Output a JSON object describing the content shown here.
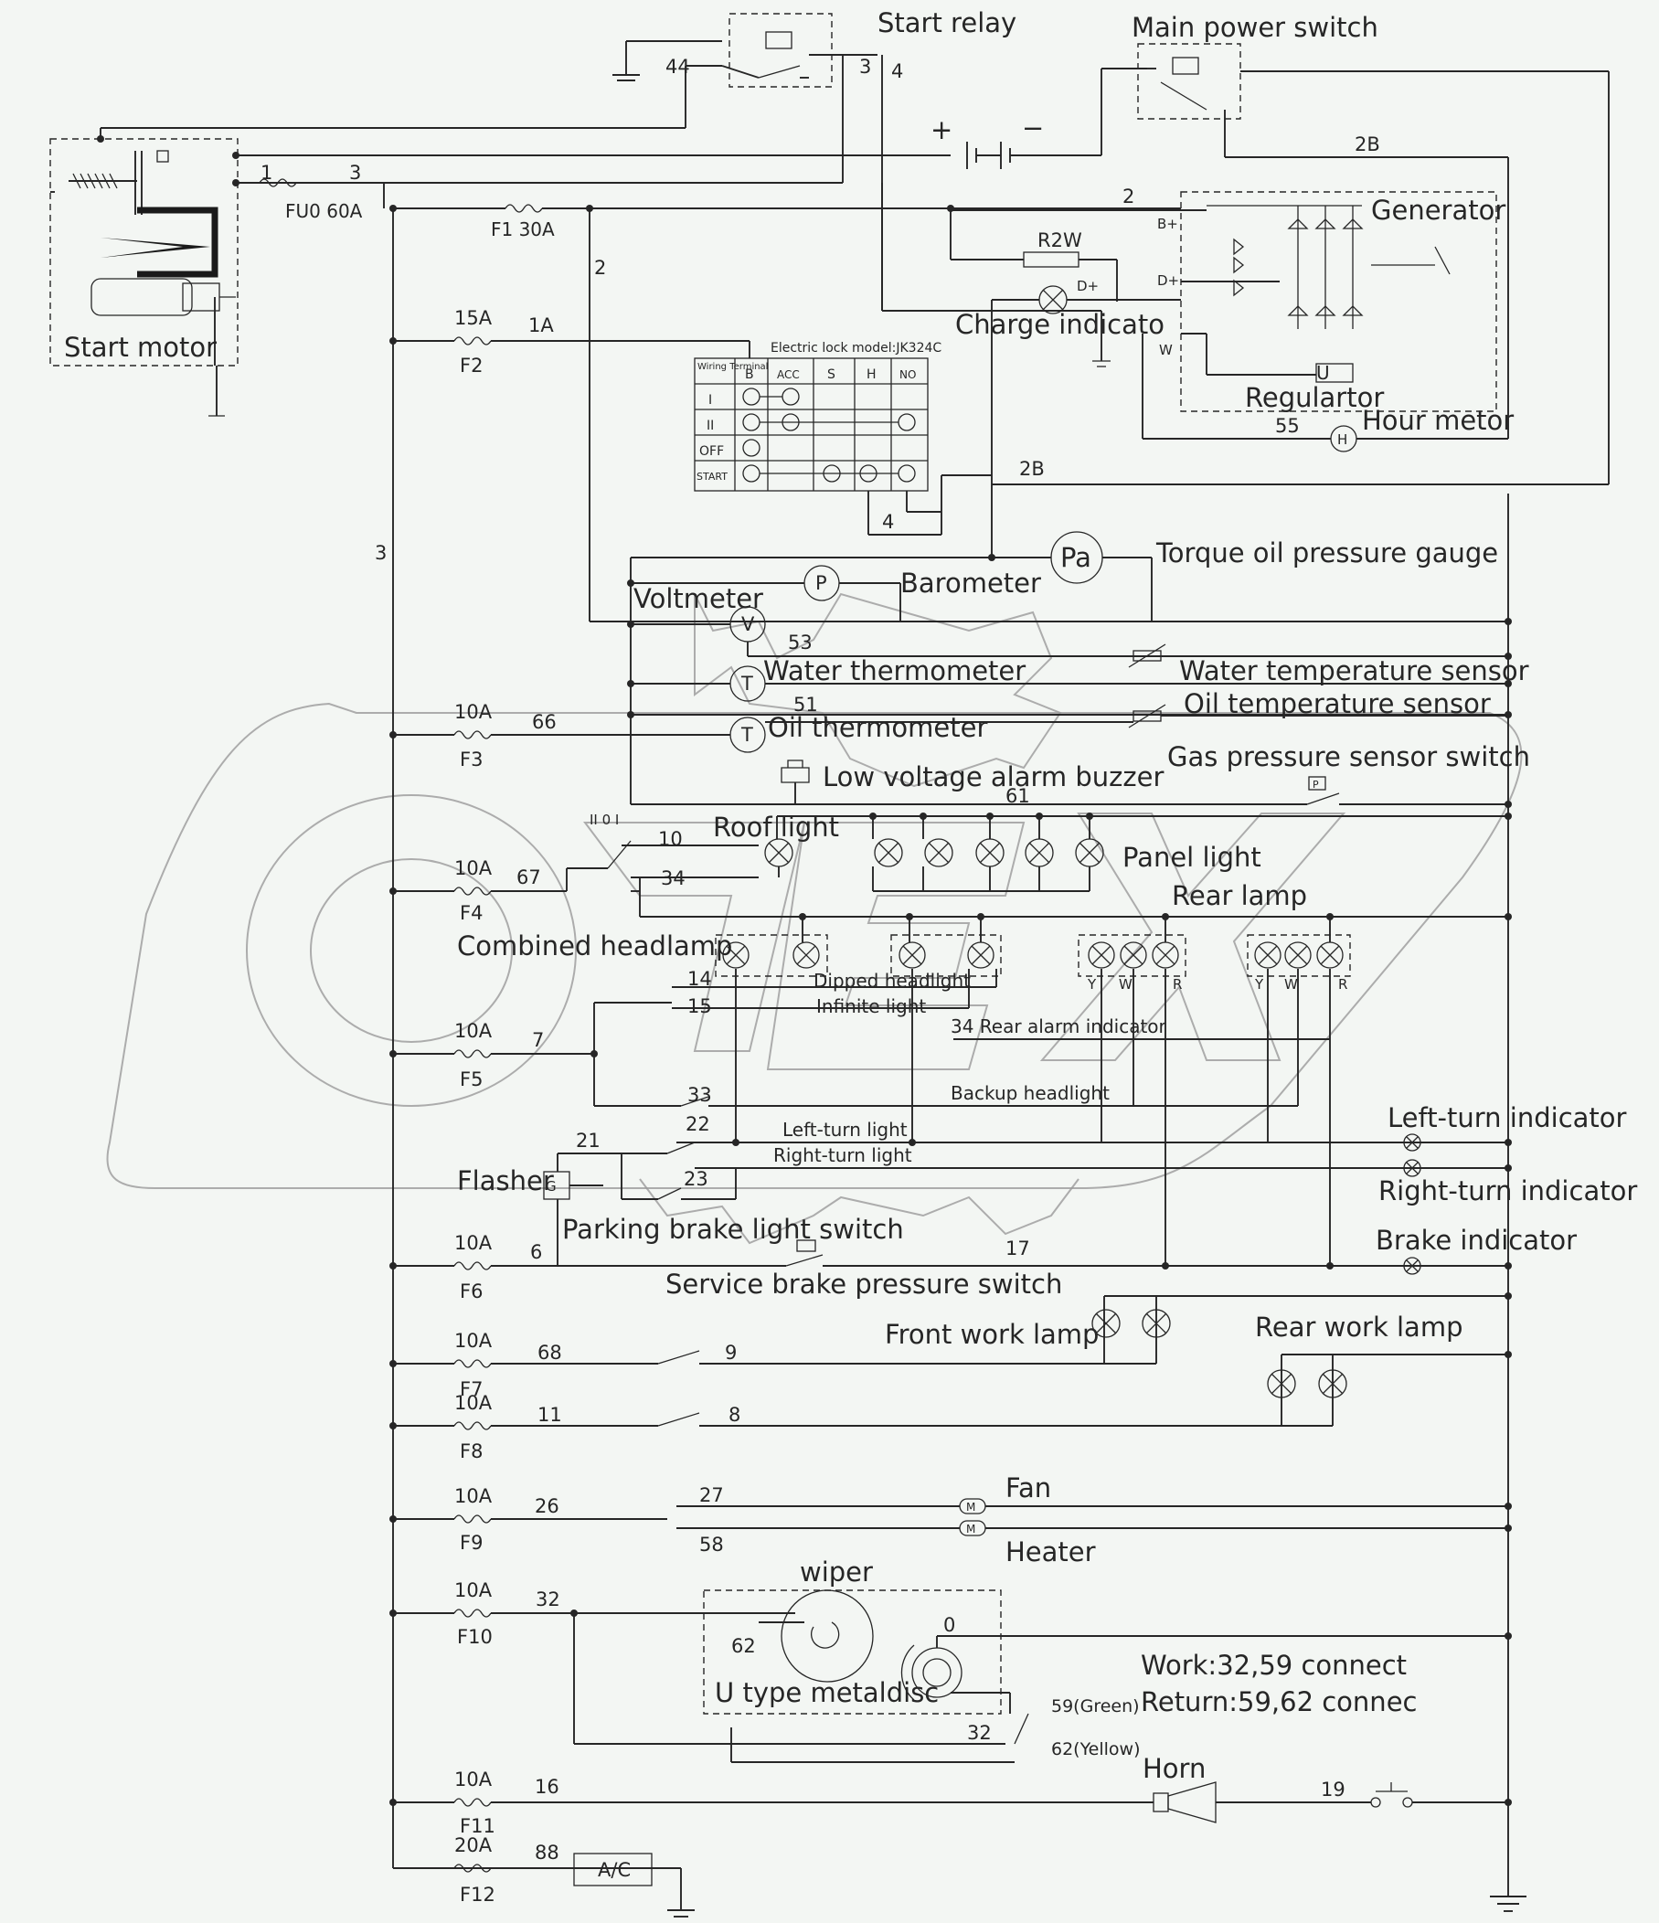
{
  "title": "",
  "components": {
    "start_relay": "Start relay",
    "main_power_switch": "Main power switch",
    "start_motor": "Start motor",
    "generator": "Generator",
    "regulator": "Regulartor",
    "hour_meter": "Hour metor",
    "charge_indicator": "Charge indicato",
    "torque_gauge": "Torque oil   pressure gauge",
    "barometer": "Barometer",
    "voltmeter": "Voltmeter",
    "water_thermometer": "Water thermometer",
    "water_sensor": "Water temperature sensor",
    "oil_thermometer": "Oil thermometer",
    "oil_sensor": "Oil temperature sensor",
    "gas_sensor": "Gas pressure sensor switch",
    "buzzer": "Low voltage alarm buzzer",
    "roof_light": "Roof light",
    "panel_light": "Panel light",
    "rear_lamp": "Rear lamp",
    "combined_headlamp": "Combined headlamp",
    "dipped": "Dipped headlight",
    "infinite": "Infinite light",
    "rear_alarm": "34 Rear alarm indicator",
    "backup": "Backup headlight",
    "left_turn_light": "Left-turn light",
    "right_turn_light": "Right-turn light",
    "left_turn_indicator": "Left-turn indicator",
    "right_turn_indicator": "Right-turn indicator",
    "brake_indicator": "Brake indicator",
    "flasher": "Flasher",
    "parking_switch": "Parking brake light switch",
    "service_switch": "Service brake pressure switch",
    "front_work_lamp": "Front work lamp",
    "rear_work_lamp": "Rear work lamp",
    "fan": "Fan",
    "heater": "Heater",
    "wiper": "wiper",
    "metaldisc": "U type metaldisc",
    "work_note": "Work:32,59 connect",
    "return_note": "Return:59,62 connec",
    "green": "59(Green)",
    "yellow": "62(Yellow)",
    "horn": "Horn",
    "ac": "A/C",
    "r2w": "R2W",
    "b_plus": "B+",
    "d_plus": "D+",
    "d_plus2": "D+",
    "w_term": "W",
    "pa": "Pa",
    "p": "P",
    "v": "V",
    "t": "T",
    "h": "H",
    "u": "U",
    "m": "M",
    "g": "G",
    "plus": "+",
    "minus": "−"
  },
  "lock_table": {
    "model": "Electric lock model:JK324C",
    "header_left": "Wiring Terminal",
    "header": [
      "B",
      "ACC",
      "S",
      "H",
      "NO"
    ],
    "rows": [
      "I",
      "II",
      "OFF",
      "START"
    ]
  },
  "fuses": {
    "fu0": "FU0 60A",
    "f1": "F1 30A",
    "f2": {
      "rating": "15A",
      "name": "F2"
    },
    "f3": {
      "rating": "10A",
      "name": "F3"
    },
    "f4": {
      "rating": "10A",
      "name": "F4"
    },
    "f5": {
      "rating": "10A",
      "name": "F5"
    },
    "f6": {
      "rating": "10A",
      "name": "F6"
    },
    "f7": {
      "rating": "10A",
      "name": "F7"
    },
    "f8": {
      "rating": "10A",
      "name": "F8"
    },
    "f9": {
      "rating": "10A",
      "name": "F9"
    },
    "f10": {
      "rating": "10A",
      "name": "F10"
    },
    "f11": {
      "rating": "10A",
      "name": "F11"
    },
    "f12": {
      "rating": "20A",
      "name": "F12"
    }
  },
  "wires": {
    "w44": "44",
    "w3a": "3",
    "w4a": "4",
    "w1": "1",
    "w3b": "3",
    "w2b": "2B",
    "w2": "2",
    "w2v": "2",
    "w1a": "1A",
    "w3v": "3",
    "w2b2": "2B",
    "w4b": "4",
    "w53": "53",
    "w51": "51",
    "w66": "66",
    "w61": "61",
    "w10": "10",
    "w67": "67",
    "w34": "34",
    "w14": "14",
    "w15": "15",
    "w7": "7",
    "w33": "33",
    "w22": "22",
    "w21": "21",
    "w23": "23",
    "w6": "6",
    "w17": "17",
    "w68": "68",
    "w9": "9",
    "w11": "11",
    "w8": "8",
    "w26": "26",
    "w27": "27",
    "w58": "58",
    "w32": "32",
    "w62": "62",
    "w0": "0",
    "w32b": "32",
    "w16": "16",
    "w19": "19",
    "w88": "88",
    "w55": "55",
    "y1": "Y",
    "wh1": "W",
    "r1": "R",
    "y2": "Y",
    "wh2": "W",
    "r2": "R",
    "sw_pos": "II 0 I"
  }
}
